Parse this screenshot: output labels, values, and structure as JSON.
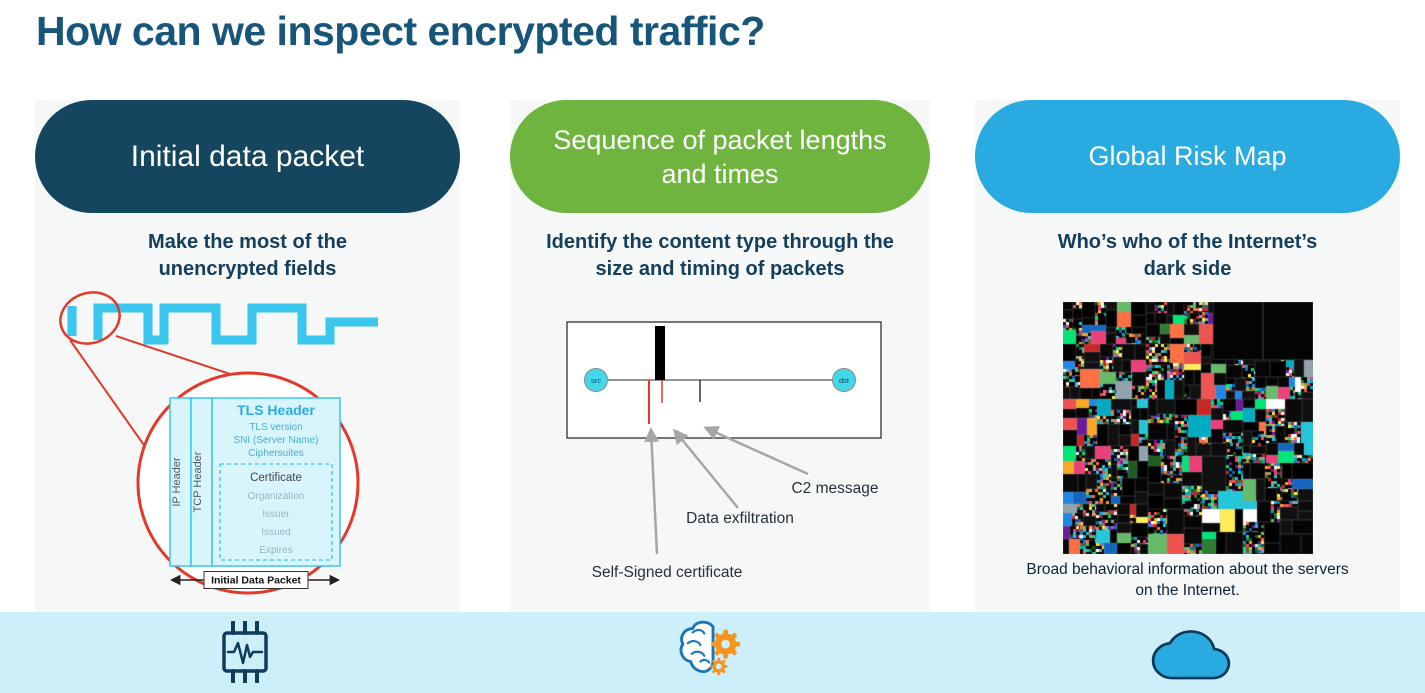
{
  "title": "How can we inspect encrypted traffic?",
  "col1": {
    "pill": "Initial data packet",
    "subtitle1": "Make the most of the",
    "subtitle2": "unencrypted fields",
    "diag": {
      "ip_header": "IP Header",
      "tcp_header": "TCP Header",
      "tls_header": "TLS Header",
      "tls_version": "TLS version",
      "sni": "SNI (Server Name)",
      "ciphersuites": "Ciphersuites",
      "certificate": "Certificate",
      "organization": "Organization",
      "issuer": "Issuer",
      "issued": "Issued",
      "expires": "Expires",
      "arrow_label": "Initial Data Packet"
    }
  },
  "col2": {
    "pill1": "Sequence of packet lengths",
    "pill2": "and times",
    "subtitle1": "Identify the content type through the",
    "subtitle2": "size and timing of packets",
    "diag": {
      "src": "src",
      "dst": "dst",
      "c2": "C2 message",
      "exfil": "Data exfiltration",
      "cert": "Self-Signed certificate"
    }
  },
  "col3": {
    "pill": "Global Risk Map",
    "subtitle1": "Who’s who of the Internet’s",
    "subtitle2": "dark side",
    "caption1": "Broad behavioral information about the servers",
    "caption2": "on the Internet."
  },
  "icons": {
    "left": "chip-waveform-icon",
    "middle": "brain-gear-icon",
    "right": "cloud-icon"
  },
  "colors": {
    "title": "#17567A",
    "pill_navy": "#15465F",
    "pill_green": "#6FB43F",
    "pill_cyan": "#29ABE2",
    "accent_cyan": "#3BC6EE",
    "accent_red": "#E2392B",
    "strip_bg": "#CDEFFA",
    "icon_navy": "#0E3D5C",
    "icon_blue": "#1B75BC",
    "icon_orange": "#F7941E"
  }
}
